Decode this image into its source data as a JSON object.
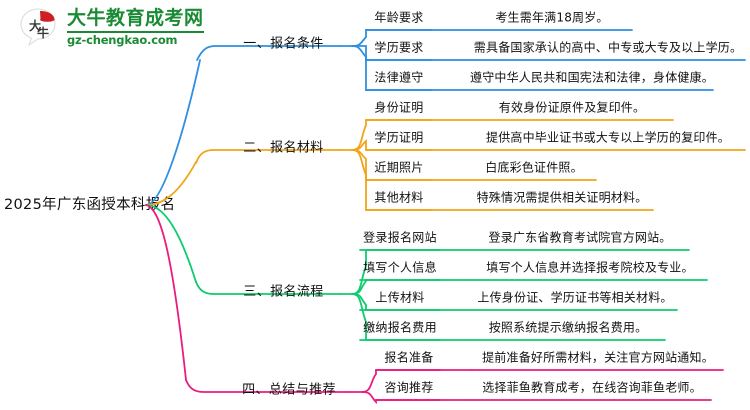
{
  "brand": {
    "logo_icon": "daniu-bull-logo-icon",
    "title": "大牛教育成考网",
    "subtitle": "gz-chengkao.com"
  },
  "mindmap": {
    "root": "2025年广东函授本科报名",
    "colors": {
      "branch1": "#2f8fe0",
      "branch2": "#f0a519",
      "branch3": "#0ecb6e",
      "branch4": "#ec1b7f"
    },
    "branches": [
      {
        "label": "一、报名条件",
        "color": "#2f8fe0",
        "items": [
          {
            "label": "年龄要求",
            "detail": "考生需年满18周岁。"
          },
          {
            "label": "学历要求",
            "detail": "需具备国家承认的高中、中专或大专及以上学历。"
          },
          {
            "label": "法律遵守",
            "detail": "遵守中华人民共和国宪法和法律，身体健康。"
          }
        ]
      },
      {
        "label": "二、报名材料",
        "color": "#f0a519",
        "items": [
          {
            "label": "身份证明",
            "detail": "有效身份证原件及复印件。"
          },
          {
            "label": "学历证明",
            "detail": "提供高中毕业证书或大专以上学历的复印件。"
          },
          {
            "label": "近期照片",
            "detail": "白底彩色证件照。"
          },
          {
            "label": "其他材料",
            "detail": "特殊情况需提供相关证明材料。"
          }
        ]
      },
      {
        "label": "三、报名流程",
        "color": "#0ecb6e",
        "items": [
          {
            "label": "登录报名网站",
            "detail": "登录广东省教育考试院官方网站。"
          },
          {
            "label": "填写个人信息",
            "detail": "填写个人信息并选择报考院校及专业。"
          },
          {
            "label": "上传材料",
            "detail": "上传身份证、学历证书等相关材料。"
          },
          {
            "label": "缴纳报名费用",
            "detail": "按照系统提示缴纳报名费用。"
          }
        ]
      },
      {
        "label": "四、总结与推荐",
        "color": "#ec1b7f",
        "items": [
          {
            "label": "报名准备",
            "detail": "提前准备好所需材料，关注官方网站通知。"
          },
          {
            "label": "咨询推荐",
            "detail": "选择菲鱼教育成考，在线咨询菲鱼老师。"
          }
        ]
      }
    ]
  }
}
